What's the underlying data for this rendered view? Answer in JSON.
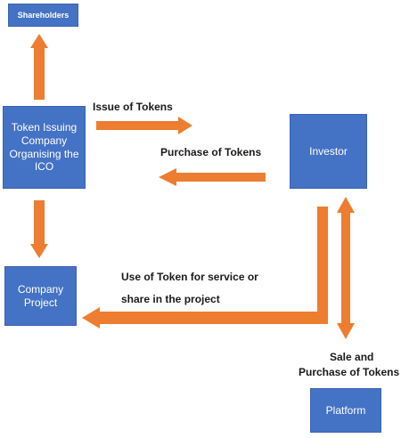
{
  "colors": {
    "box_fill": "#4472C4",
    "arrow": "#ED7D31",
    "label_text": "#1A1A1A"
  },
  "nodes": {
    "shareholders": "Shareholders",
    "token_company": "Token Issuing Company Organising the ICO",
    "investor": "Investor",
    "company_project": "Company Project",
    "platform": "Platform"
  },
  "edges": {
    "issue": "Issue of Tokens",
    "purchase": "Purchase of Tokens",
    "use_line1": "Use of Token for service or",
    "use_line2": "share in the project",
    "sale_line1": "Sale and",
    "sale_line2": "Purchase of Tokens"
  }
}
